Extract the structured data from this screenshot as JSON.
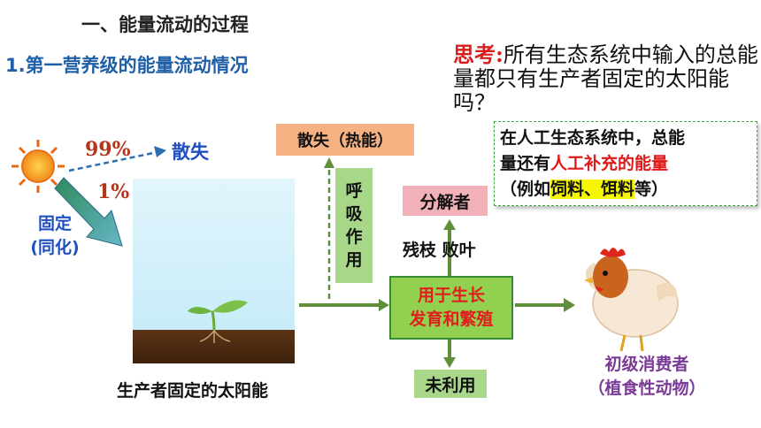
{
  "heading": "一、能量流动的过程",
  "subheading": "1.第一营养级的能量流动情况",
  "question": {
    "label": "思考:",
    "text": "所有生态系统中输入的总能量都只有生产者固定的太阳能吗？"
  },
  "note": {
    "line1": "在人工生态系统中，总能",
    "line2_prefix": "量还有",
    "line2_red": "人工补充的能量",
    "line3_open": "（例如",
    "line3_hl": "饲料、饵料",
    "line3_close": "等）"
  },
  "sun": {
    "loss_pct": "99%",
    "loss_label": "散失",
    "fixed_pct": "1%",
    "fixed_line1": "固定",
    "fixed_line2": "(同化)"
  },
  "producer": {
    "caption": "生产者固定的太阳能"
  },
  "heat_loss": "散失（热能）",
  "respiration": [
    "呼",
    "吸",
    "作",
    "用"
  ],
  "decomposer": "分解者",
  "litter": "残枝 败叶",
  "growth": {
    "line1": "用于生长",
    "line2": "发育和繁殖"
  },
  "unused": "未利用",
  "consumer": {
    "line1": "初级消费者",
    "line2": "（植食性动物）"
  },
  "colors": {
    "blue_text": "#1f4fc0",
    "red_text": "#e01818",
    "arrow_green": "#5f8f3a",
    "heat_box": "#f6b183",
    "green_box": "#a8d78a",
    "pink_box": "#f2b0b8",
    "consumer_purple": "#7a3a96"
  }
}
